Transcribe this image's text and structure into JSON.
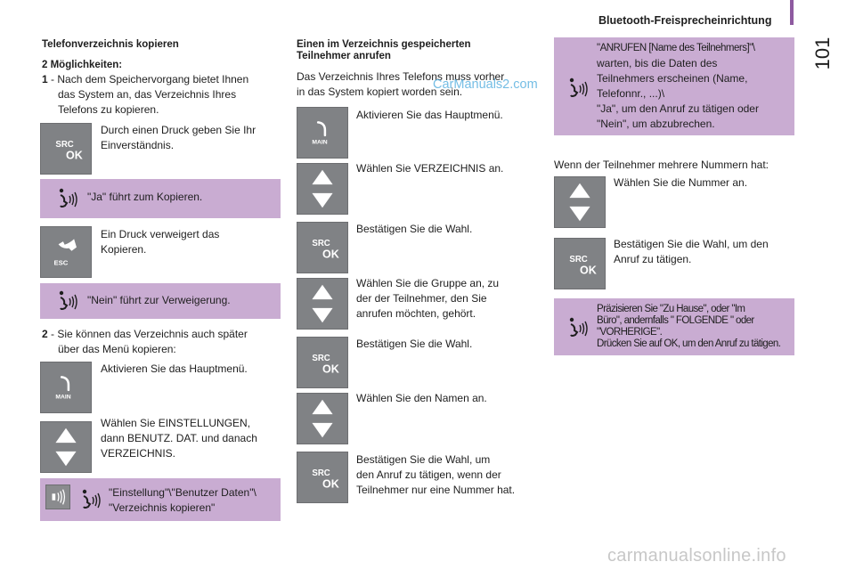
{
  "header": {
    "title": "Bluetooth-Freisprecheinrichtung",
    "page_number": "101"
  },
  "left": {
    "heading": "Telefonverzeichnis kopieren",
    "options_label": "2 Möglichkeiten:",
    "opt1_num": "1",
    "opt1_text_l1": " - Nach dem Speichervorgang bietet Ihnen",
    "opt1_text_l2": "das System an, das Verzeichnis Ihres",
    "opt1_text_l3": "Telefons zu kopieren.",
    "step1_l1": "Durch einen Druck geben Sie Ihr",
    "step1_l2": "Einverständnis.",
    "voice1": "\"Ja\" führt zum Kopieren.",
    "step2_l1": "Ein Druck verweigert das",
    "step2_l2": "Kopieren.",
    "voice2": "\"Nein\" führt zur Verweigerung.",
    "opt2_num": "2",
    "opt2_text_l1": " - Sie können das Verzeichnis auch später",
    "opt2_text_l2": "über das Menü kopieren:",
    "step3": "Aktivieren Sie das Hauptmenü.",
    "step4_l1": "Wählen Sie EINSTELLUNGEN,",
    "step4_l2": "dann BENUTZ. DAT. und danach",
    "step4_l3": "VERZEICHNIS.",
    "voice3_l1": "\"Einstellung\"\\\"Benutzer Daten\"\\",
    "voice3_l2": "\"Verzeichnis kopieren\""
  },
  "middle": {
    "heading_l1": "Einen im Verzeichnis gespeicherten",
    "heading_l2": "Teilnehmer anrufen",
    "intro_l1": "Das Verzeichnis Ihres Telefons muss vorher",
    "intro_l2": "in das System kopiert worden sein.",
    "step1": "Aktivieren Sie das Hauptmenü.",
    "step2": "Wählen Sie VERZEICHNIS an.",
    "step3": "Bestätigen Sie die Wahl.",
    "step4_l1": "Wählen Sie die Gruppe an, zu",
    "step4_l2": "der der Teilnehmer, den Sie",
    "step4_l3": "anrufen möchten, gehört.",
    "step5": "Bestätigen Sie die Wahl.",
    "step6": "Wählen Sie den Namen an.",
    "step7_l1": "Bestätigen Sie die Wahl, um",
    "step7_l2": "den Anruf zu tätigen, wenn der",
    "step7_l3": "Teilnehmer nur eine Nummer hat."
  },
  "right": {
    "voice1_l1": "\"ANRUFEN [Name des Teilnehmers]\"\\",
    "voice1_l2": "warten, bis die Daten des",
    "voice1_l3": "Teilnehmers erscheinen (Name,",
    "voice1_l4": "Telefonnr., ...)\\",
    "voice1_l5": "\"Ja\", um den Anruf zu tätigen oder",
    "voice1_l6": "\"Nein\", um abzubrechen.",
    "multi_heading": "Wenn der Teilnehmer mehrere Nummern hat:",
    "step1": "Wählen Sie die Nummer an.",
    "step2_l1": "Bestätigen Sie die Wahl, um den",
    "step2_l2": "Anruf zu tätigen.",
    "voice2_l1": "Präzisieren Sie \"Zu Hause\", oder \"Im",
    "voice2_l2": "Büro\", andernfalls \" FOLGENDE \" oder",
    "voice2_l3": "\"VORHERIGE\".",
    "voice2_l4": "Drücken Sie auf OK, um den Anruf zu tätigen."
  },
  "keys": {
    "src": "SRC",
    "ok": "OK",
    "main": "MAIN",
    "esc": "ESC"
  },
  "watermarks": {
    "top": "CarManuals2.com",
    "bottom": "carmanualsonline.info"
  },
  "colors": {
    "voice_box": "#c9acd2",
    "key_bg": "#808285",
    "accent": "#8e5aa0"
  }
}
